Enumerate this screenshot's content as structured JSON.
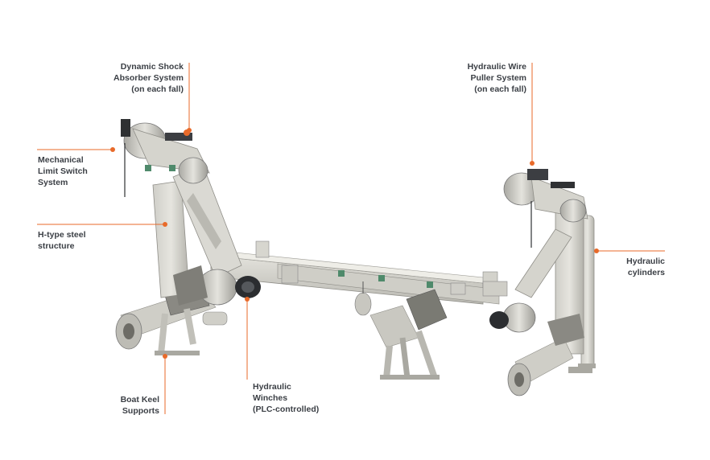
{
  "colors": {
    "accent": "#e86a2a",
    "label_text": "#3b3f45",
    "frame_light": "#d9d8d2",
    "frame_mid": "#c4c3bc",
    "frame_dark": "#9e9d97",
    "machinery_dark": "#2b2d30"
  },
  "callouts": {
    "dynamic_shock": "Dynamic Shock\nAbsorber System\n(on each fall)",
    "mechanical_limit": "Mechanical\nLimit Switch\nSystem",
    "h_type": "H-type steel\nstructure",
    "boat_keel": "Boat Keel\nSupports",
    "hydraulic_winches": "Hydraulic\nWinches\n(PLC-controlled)",
    "hydraulic_wire": "Hydraulic Wire\nPuller System\n(on each fall)",
    "hydraulic_cylinders": "Hydraulic\ncylinders"
  }
}
